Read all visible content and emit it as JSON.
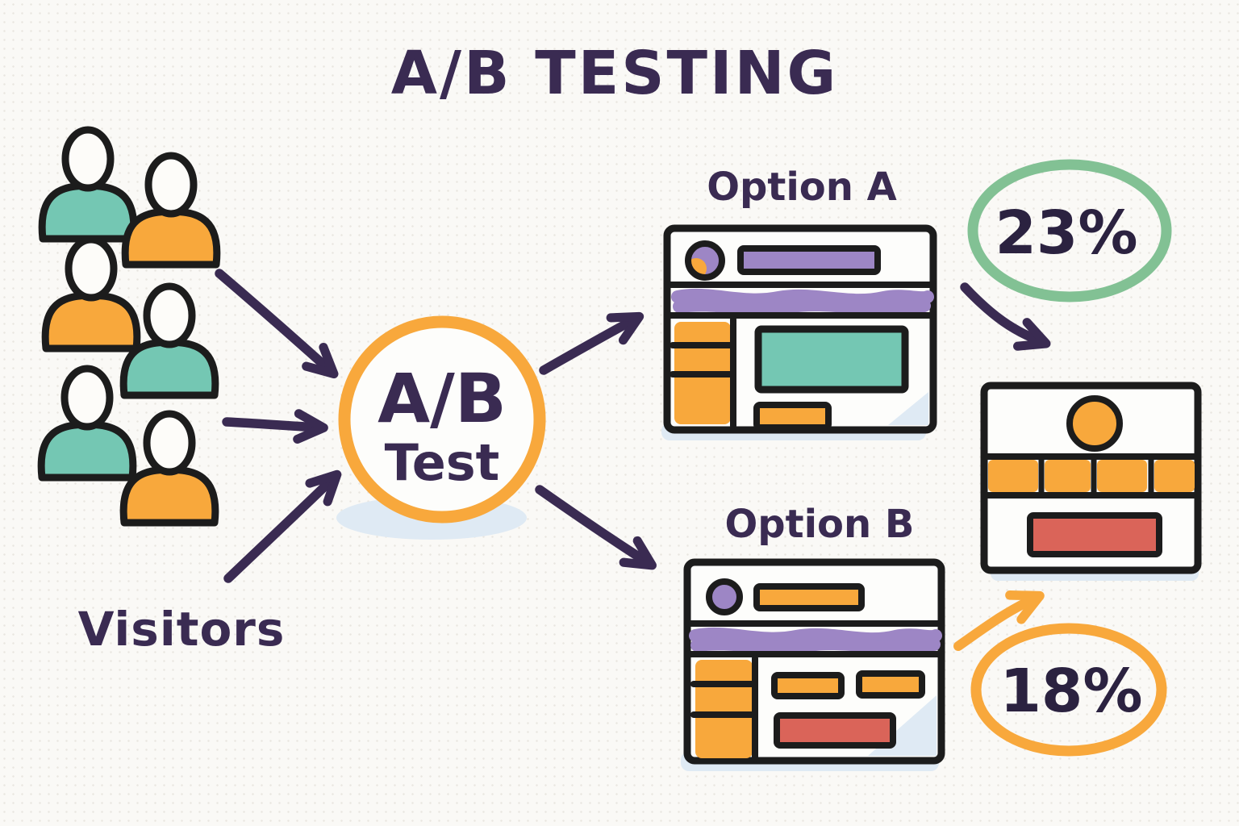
{
  "title": "A/B TESTING",
  "visitors": {
    "label": "Visitors",
    "people": [
      {
        "shirt": "teal"
      },
      {
        "shirt": "orange"
      },
      {
        "shirt": "orange"
      },
      {
        "shirt": "teal"
      },
      {
        "shirt": "teal"
      },
      {
        "shirt": "orange"
      }
    ]
  },
  "ab_test": {
    "line1": "A/B",
    "line2": "Test"
  },
  "options": {
    "a": {
      "label": "Option A",
      "conversion": "23%"
    },
    "b": {
      "label": "Option B",
      "conversion": "18%"
    }
  },
  "colors": {
    "ink": "#1c1c1c",
    "ink_purple": "#3a2b52",
    "text_dark": "#2b2240",
    "orange": "#f8a83c",
    "teal": "#74c7b3",
    "purple": "#9d86c5",
    "green": "#82c194",
    "red": "#da6459",
    "shadow_blue": "#dfeaf4",
    "paper": "#faf9f6"
  }
}
